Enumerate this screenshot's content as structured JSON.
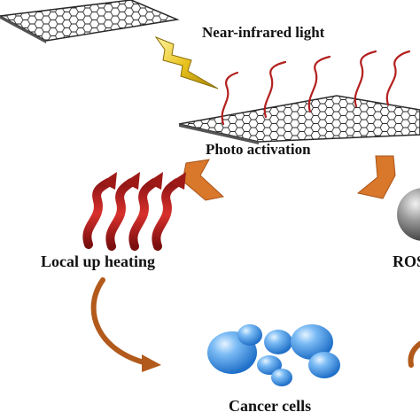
{
  "labels": {
    "near_infrared": "Near-infrared light",
    "photo_activation": "Photo activation",
    "local_heating": "Local up heating",
    "ros": "ROS",
    "cancer_cells": "Cancer cells"
  },
  "colors": {
    "graphene_stroke": "#2a2a2a",
    "polymer_chain": "#b3201e",
    "lightning": "#e8c21c",
    "chevron_arrow": "#d9772a",
    "heat_arrow": "#b01e1b",
    "curved_arrow": "#b25a1c",
    "cancer_cell": "#3f8fe3",
    "ros_sphere": "#7d7d7d"
  },
  "icons": [
    "graphene-sheet-icon",
    "lightning-icon",
    "polymer-chain-icon",
    "heat-wave-arrow-icon",
    "chevron-arrow-icon",
    "curved-arrow-icon",
    "cancer-cell-icon",
    "ros-sphere-icon"
  ]
}
